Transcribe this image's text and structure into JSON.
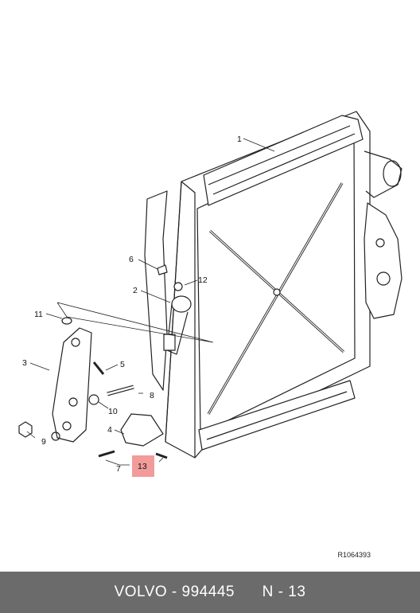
{
  "diagram": {
    "callouts": [
      "1",
      "2",
      "3",
      "4",
      "5",
      "6",
      "7",
      "8",
      "9",
      "10",
      "11",
      "12",
      "13"
    ],
    "highlighted_callout": "13",
    "reference": "R1064393"
  },
  "footer": {
    "brand": "VOLVO",
    "sep1": " - ",
    "part_number": "994445",
    "gap": "      ",
    "position": "N - 13"
  },
  "colors": {
    "highlight": "#f08a8a",
    "footer_bg": "#6b6b6b",
    "line": "#222222"
  }
}
